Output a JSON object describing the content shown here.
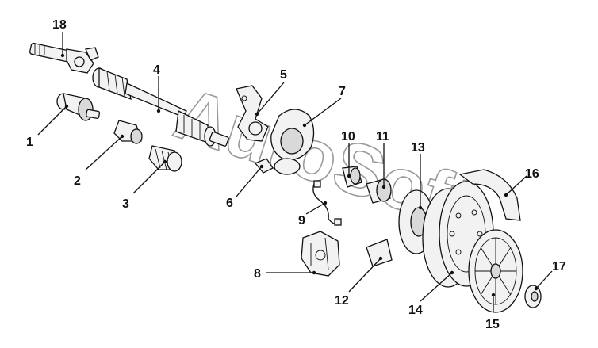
{
  "watermark": "AutoSoft",
  "labels": {
    "1": "1",
    "2": "2",
    "3": "3",
    "4": "4",
    "5": "5",
    "6": "6",
    "7": "7",
    "8": "8",
    "9": "9",
    "10": "10",
    "11": "11",
    "12": "12",
    "13": "13",
    "14": "14",
    "15": "15",
    "16": "16",
    "17": "17",
    "18": "18"
  }
}
